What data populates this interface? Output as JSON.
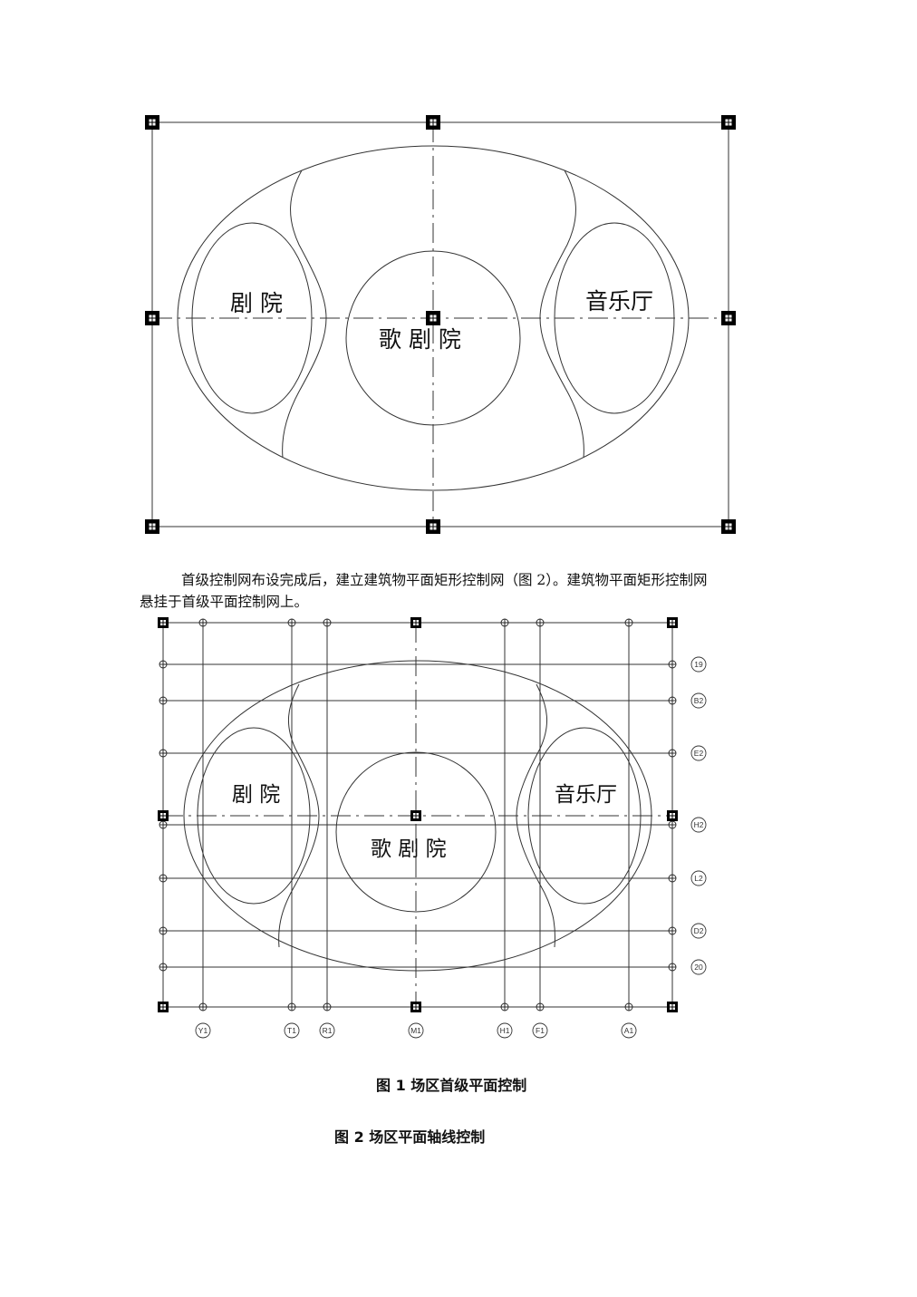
{
  "figure1": {
    "labels": {
      "left_hall": "剧 院",
      "center_hall": "歌 剧 院",
      "right_hall": "音乐厅"
    }
  },
  "paragraph": {
    "line1": "首级控制网布设完成后，建立建筑物平面矩形控制网（图 2）。建筑物平面矩形控制网",
    "line2": "悬挂于首级平面控制网上。"
  },
  "figure2": {
    "labels": {
      "left_hall": "剧 院",
      "center_hall": "歌 剧 院",
      "right_hall": "音乐厅"
    },
    "axis_right": [
      "19",
      "B2",
      "E2",
      "H2",
      "L2",
      "D2",
      "20"
    ],
    "axis_bottom": [
      "Y1",
      "T1",
      "R1",
      "M1",
      "H1",
      "F1",
      "A1"
    ]
  },
  "captions": {
    "fig1": "图 1  场区首级平面控制",
    "fig2": "图 2  场区平面轴线控制"
  }
}
